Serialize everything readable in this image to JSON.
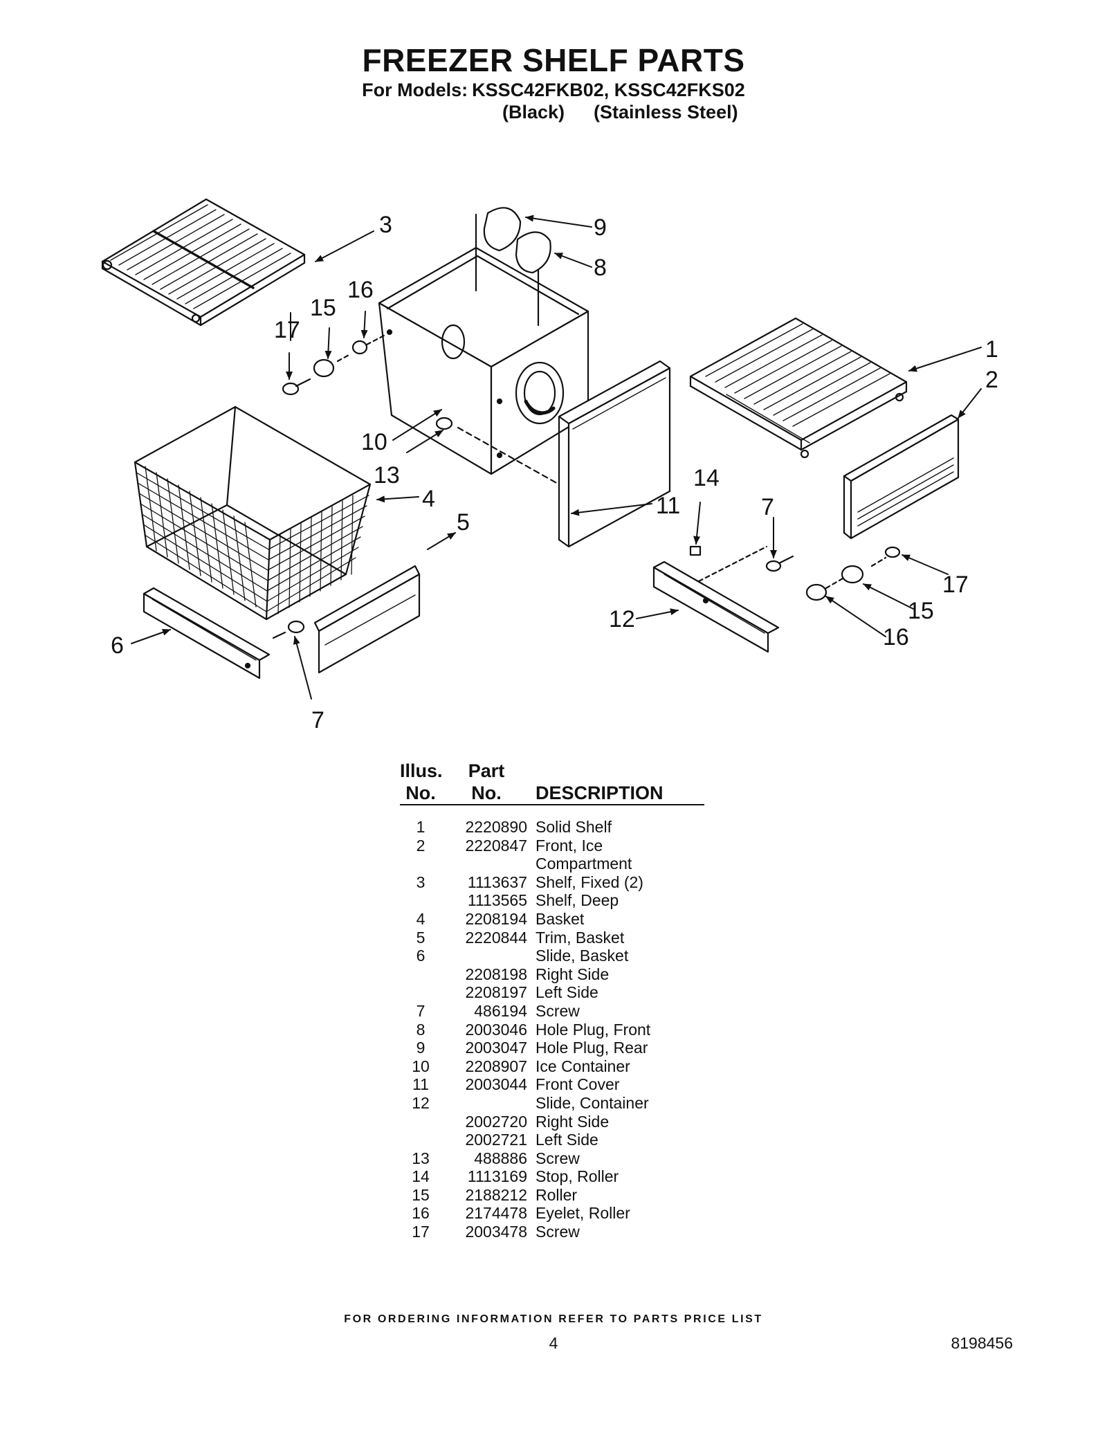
{
  "header": {
    "title": "FREEZER SHELF PARTS",
    "models_label": "For Models:",
    "models": "KSSC42FKB02, KSSC42FKS02",
    "finish_1": "(Black)",
    "finish_2": "(Stainless Steel)"
  },
  "diagram": {
    "callouts": [
      "1",
      "2",
      "3",
      "4",
      "5",
      "6",
      "7",
      "7",
      "8",
      "9",
      "10",
      "11",
      "12",
      "13",
      "14",
      "15",
      "15",
      "16",
      "16",
      "17",
      "17"
    ]
  },
  "table": {
    "header": {
      "illus_line1": "Illus.",
      "illus_line2": "No.",
      "part_line1": "Part",
      "part_line2": "No.",
      "description": "DESCRIPTION"
    },
    "rows": [
      {
        "illus": "1",
        "part": "2220890",
        "desc": "Solid Shelf"
      },
      {
        "illus": "2",
        "part": "2220847",
        "desc": "Front, Ice"
      },
      {
        "illus": "",
        "part": "",
        "desc": "Compartment"
      },
      {
        "illus": "3",
        "part": "1113637",
        "desc": "Shelf, Fixed (2)"
      },
      {
        "illus": "",
        "part": "1113565",
        "desc": "Shelf, Deep"
      },
      {
        "illus": "4",
        "part": "2208194",
        "desc": "Basket"
      },
      {
        "illus": "5",
        "part": "2220844",
        "desc": "Trim, Basket"
      },
      {
        "illus": "6",
        "part": "",
        "desc": "Slide, Basket"
      },
      {
        "illus": "",
        "part": "2208198",
        "desc": "Right Side"
      },
      {
        "illus": "",
        "part": "2208197",
        "desc": "Left Side"
      },
      {
        "illus": "7",
        "part": "486194",
        "desc": "Screw"
      },
      {
        "illus": "8",
        "part": "2003046",
        "desc": "Hole Plug, Front"
      },
      {
        "illus": "9",
        "part": "2003047",
        "desc": "Hole Plug, Rear"
      },
      {
        "illus": "10",
        "part": "2208907",
        "desc": "Ice Container"
      },
      {
        "illus": "11",
        "part": "2003044",
        "desc": "Front Cover"
      },
      {
        "illus": "12",
        "part": "",
        "desc": "Slide, Container"
      },
      {
        "illus": "",
        "part": "2002720",
        "desc": "Right Side"
      },
      {
        "illus": "",
        "part": "2002721",
        "desc": "Left Side"
      },
      {
        "illus": "13",
        "part": "488886",
        "desc": "Screw"
      },
      {
        "illus": "14",
        "part": "1113169",
        "desc": "Stop, Roller"
      },
      {
        "illus": "15",
        "part": "2188212",
        "desc": "Roller"
      },
      {
        "illus": "16",
        "part": "2174478",
        "desc": "Eyelet, Roller"
      },
      {
        "illus": "17",
        "part": "2003478",
        "desc": "Screw"
      }
    ]
  },
  "footer": {
    "note": "FOR ORDERING INFORMATION REFER TO PARTS PRICE LIST",
    "page": "4",
    "doc_number": "8198456"
  }
}
